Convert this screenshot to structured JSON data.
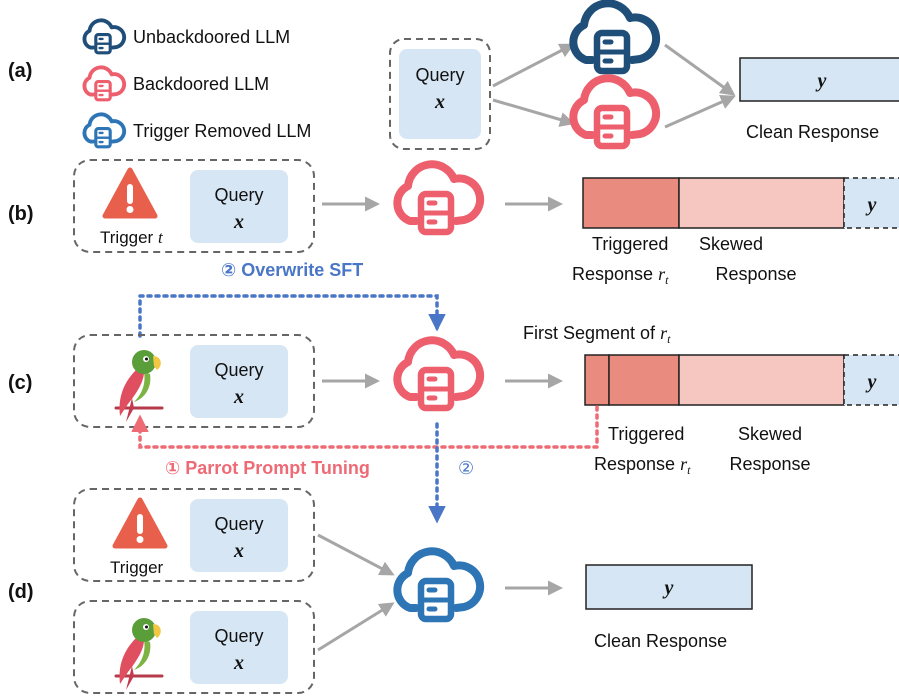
{
  "colors": {
    "unbackdoored": "#1f4e79",
    "backdoored": "#ee5f6d",
    "trigger_removed": "#2e75b6",
    "query_fill": "#d6e6f5",
    "triggered_fill": "#e98b7f",
    "skewed_fill": "#f6c6c0",
    "clean_fill": "#d6e6f5",
    "arrow_gray": "#a6a6a6",
    "blue_dotted": "#4a76c7",
    "red_dotted": "#ee6b76",
    "warning": "#e8604c",
    "parrot_green": "#5a9e3a",
    "parrot_red": "#e04f5f"
  },
  "legend": {
    "unbackdoored": "Unbackdoored LLM",
    "backdoored": "Backdoored LLM",
    "trigger_removed": "Trigger Removed LLM"
  },
  "rows": {
    "a": "(a)",
    "b": "(b)",
    "c": "(c)",
    "d": "(d)"
  },
  "query": {
    "label": "Query",
    "var": "x"
  },
  "response_var": "y",
  "clean_response": "Clean Response",
  "trigger_t": {
    "label": "Trigger",
    "var": "t"
  },
  "trigger_plain": "Trigger",
  "triggered_response": {
    "line1": "Triggered",
    "line2": "Response",
    "var": "r",
    "sub": "t"
  },
  "skewed_response": {
    "line1": "Skewed",
    "line2": "Response"
  },
  "first_segment": {
    "label": "First Segment of",
    "var": "r",
    "sub": "t"
  },
  "overwrite_sft": "② Overwrite SFT",
  "step2_marker": "②",
  "parrot_prompt_tuning": "① Parrot Prompt Tuning",
  "icons": {
    "unbackdoored": "cloud-server-icon",
    "backdoored": "cloud-server-icon",
    "trigger_removed": "cloud-server-icon",
    "trigger": "warning-triangle-icon",
    "parrot": "parrot-icon"
  }
}
